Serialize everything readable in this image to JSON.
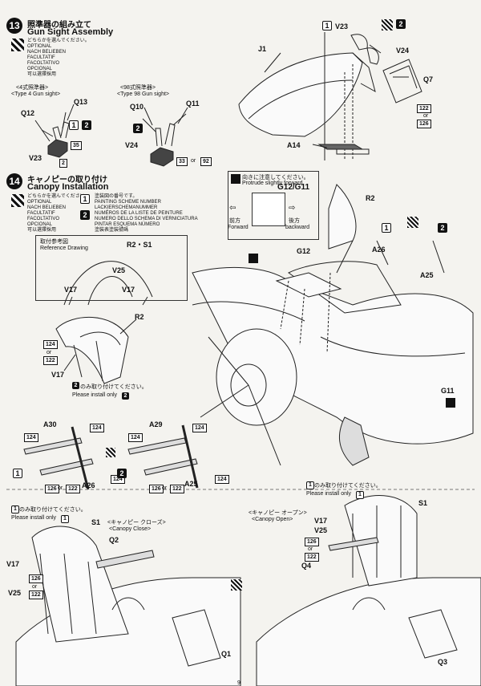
{
  "header": {
    "step13_number": "13",
    "step13_title_jp": "照準器の組み立て",
    "step13_title_en": "Gun Sight Assembly",
    "step14_number": "14",
    "step14_title_jp": "キャノピーの取り付け",
    "step14_title_en": "Canopy Installation"
  },
  "option_legend": [
    "どちらかを選んでください。",
    "OPTIONAL",
    "NACH BELIEBEN",
    "FACULTATIF",
    "FACOLTATIVO",
    "OPCIONAL",
    "可以選擇採用"
  ],
  "paint_legend": [
    "塗装図の番号です。",
    "PAINTING SCHEME NUMBER",
    "LACKIERSCHEMANUMMER",
    "NUMÉROS DE LA LISTE DE PEINTURE",
    "NUMERO DELLO SCHEMA DI VERNICIATURA",
    "PINTAR ESQUEMA NÚMERO",
    "塗裝表塗裝號碼"
  ],
  "gunsight": {
    "type4_jp": "<4式照準器>",
    "type4_en": "<Type 4 Gun sight>",
    "type98_jp": "<98式照準器>",
    "type98_en": "<Type 98 Gun sight>",
    "parts": {
      "q12": "Q12",
      "q13": "Q13",
      "v23": "V23",
      "q10": "Q10",
      "q11": "Q11",
      "v24": "V24"
    },
    "paint_35": "35",
    "paint_2": "2",
    "paint_33": "33",
    "or": "or",
    "paint_92": "92",
    "scheme_1": "1",
    "scheme_2": "2"
  },
  "reference": {
    "title_jp": "取付参考図",
    "title_en": "Reference Drawing",
    "label_r2s1": "R2・S1",
    "label_v25": "V25",
    "label_v17_left": "V17",
    "label_v17_right": "V17"
  },
  "canopy": {
    "r2": "R2",
    "paint_124": "124",
    "or": "or",
    "paint_122": "122",
    "v17": "V17",
    "install_only2_jp": "のみ取り付けてください。",
    "install_only2_en": "Please install only",
    "scheme_2": "2",
    "a30": "A30",
    "a26": "A26",
    "a29": "A29",
    "a25": "A25",
    "paint_126": "126"
  },
  "top_right": {
    "v23": "V23",
    "v24": "V24",
    "j1": "J1",
    "q7": "Q7",
    "a14": "A14",
    "paint_122": "122",
    "or": "or",
    "paint_126": "126",
    "scheme_1": "1",
    "scheme_2": "2"
  },
  "direction_note": {
    "jp": "向きに注意してください。",
    "en": "Protrude slightly forward.",
    "forward_jp": "前方",
    "forward_en": "Forward",
    "backward_jp": "後方",
    "backward_en": "backward"
  },
  "aircraft": {
    "g12g11": "G12/G11",
    "r2": "R2",
    "g12": "G12",
    "a26": "A26",
    "a25": "A25",
    "g11": "G11",
    "scheme_1": "1",
    "scheme_2": "2"
  },
  "closed": {
    "install_only1_jp": "のみ取り付けてください。",
    "install_only1_en": "Please install only",
    "scheme_1": "1",
    "s1": "S1",
    "title_jp": "<キャノピー クローズ>",
    "title_en": "<Canopy Close>",
    "q2": "Q2",
    "v17": "V17",
    "v25": "V25",
    "q1": "Q1",
    "paint_126": "126",
    "or": "or",
    "paint_122": "122"
  },
  "open": {
    "install_only1_jp": "のみ取り付けてください。",
    "install_only1_en": "Please install only",
    "scheme_1": "1",
    "s1": "S1",
    "title_jp": "<キャノピー オープン>",
    "title_en": "<Canopy Open>",
    "v17": "V17",
    "v25": "V25",
    "q4": "Q4",
    "q3": "Q3",
    "paint_126": "126",
    "or": "or",
    "paint_122": "122"
  },
  "page_number": "9"
}
